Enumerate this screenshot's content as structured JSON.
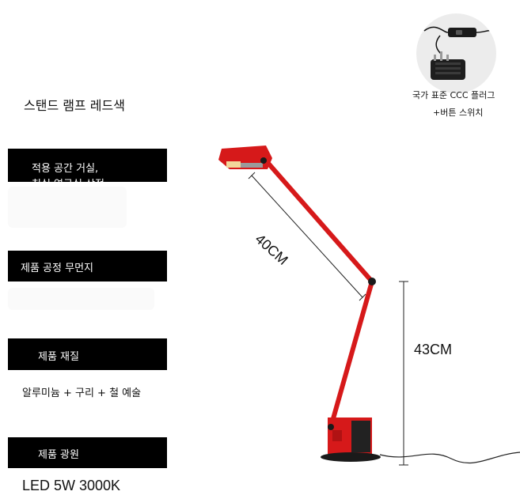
{
  "title": "스탠드 램프 레드색",
  "sections": [
    {
      "label": "적용 공간 거실,",
      "label_cut": "침실 연구실 상점"
    },
    {
      "label": "제품 공정 무먼지"
    },
    {
      "label": "제품 재질",
      "value": "알루미늄 + 구리 + 철 예술"
    },
    {
      "label": "제품 광원",
      "value": "LED 5W 3000K"
    }
  ],
  "inset": {
    "caption_line1": "국가 표준 CCC 플러그",
    "caption_line2": "+버튼 스위치"
  },
  "dimensions": {
    "arm_length": "40CM",
    "height": "43CM"
  },
  "colors": {
    "lamp_red": "#d6191a",
    "label_bg": "#000000"
  },
  "icons": [
    "plug-adapter-icon",
    "switch-icon"
  ]
}
